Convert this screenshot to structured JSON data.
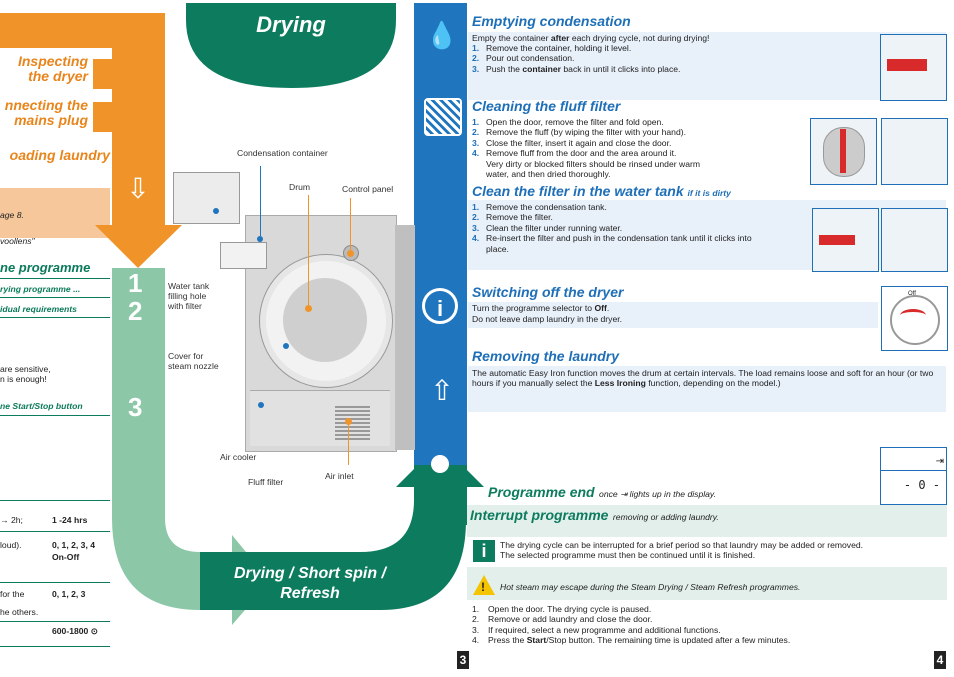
{
  "page_title": "Drying",
  "left_column": {
    "inspecting": "Inspecting\nthe dryer",
    "connecting": "nnecting the\nmains plug",
    "loading": "oading laundry",
    "page_ref": "age 8.",
    "woollens": "voollens\"",
    "programme_heading": "ne programme",
    "drying_programme": "rying programme ...",
    "individual_req": "idual requirements",
    "sensitive": "are sensitive,",
    "enough": "n is enough!",
    "start_stop": "ne Start/Stop button",
    "table": [
      {
        "left": "→ 2h;",
        "right": "1 -24 hrs"
      },
      {
        "left": "loud).",
        "right": "0, 1, 2, 3, 4"
      },
      {
        "left": "",
        "right": "On-Off"
      },
      {
        "left": "for the",
        "right": "0, 1, 2, 3"
      },
      {
        "left": "he others.",
        "right": ""
      },
      {
        "left": "",
        "right": "600-1800 ⊙"
      }
    ]
  },
  "flow": {
    "step1": "1",
    "step2": "2",
    "step3": "3",
    "drying_short_spin": "Drying / Short spin /\nRefresh"
  },
  "dryer_labels": {
    "condensation_container": "Condensation container",
    "drum": "Drum",
    "control_panel": "Control panel",
    "water_tank": "Water tank\nfilling hole\nwith filter",
    "cover_steam": "Cover for\nsteam nozzle",
    "air_cooler": "Air cooler",
    "fluff_filter": "Fluff filter",
    "air_inlet": "Air inlet"
  },
  "emptying": {
    "title": "Emptying condensation",
    "intro_a": "Empty the container ",
    "intro_b": "after",
    "intro_c": " each drying cycle, not during drying!",
    "steps": [
      {
        "n": "1.",
        "text": "Remove the container, holding it level."
      },
      {
        "n": "2.",
        "text": "Pour out condensation."
      },
      {
        "n": "3.",
        "text_a": "Push the ",
        "text_b": "container",
        "text_c": " back in until it clicks into place."
      }
    ]
  },
  "cleaning_fluff": {
    "title": "Cleaning the fluff filter",
    "steps": [
      {
        "n": "1.",
        "text": "Open the door, remove the filter and fold open."
      },
      {
        "n": "2.",
        "text": "Remove the fluff (by wiping the filter with your hand)."
      },
      {
        "n": "3.",
        "text": "Close the filter, insert it again and close the door."
      },
      {
        "n": "4.",
        "text": "Remove fluff from the door and the area around it.\nVery dirty or blocked filters should be rinsed under warm\nwater, and then dried thoroughly."
      }
    ]
  },
  "clean_water_tank": {
    "title": "Clean the filter in the water tank",
    "suffix": "if it is dirty",
    "steps": [
      {
        "n": "1.",
        "text": "Remove the condensation tank."
      },
      {
        "n": "2.",
        "text": "Remove the filter."
      },
      {
        "n": "3.",
        "text": "Clean the filter under running water."
      },
      {
        "n": "4.",
        "text": "Re-insert the filter and push in the condensation tank until it clicks into\nplace."
      }
    ]
  },
  "switching_off": {
    "title": "Switching off the dryer",
    "line1_a": "Turn the programme selector to ",
    "line1_b": "Off",
    "line1_c": ".",
    "line2": "Do not leave damp laundry in the dryer.",
    "dial_label": "Off"
  },
  "removing": {
    "title": "Removing the laundry",
    "text_a": "The automatic Easy Iron function moves the drum at certain intervals. The load remains loose and soft for an hour (or two hours if you manually select the ",
    "text_b": "Less Ironing",
    "text_c": " function, depending on the model.)"
  },
  "programme_end": {
    "title": "Programme end",
    "suffix": "once ⇥ lights up in the display.",
    "display_top": "⇥",
    "display_main": "- 0 -"
  },
  "interrupt": {
    "title": "Interrupt programme",
    "suffix": "removing or adding laundry.",
    "info": "The drying cycle can be interrupted for a brief period so that laundry may be added or removed.\nThe selected programme must then be continued until it is finished.",
    "warning": "Hot steam may escape during the Steam Drying / Steam Refresh programmes.",
    "steps": [
      {
        "n": "1.",
        "text": "Open the door. The drying cycle is paused."
      },
      {
        "n": "2.",
        "text": "Remove or add laundry and close the door."
      },
      {
        "n": "3.",
        "text": "If required, select a new programme and additional functions."
      },
      {
        "n": "4.",
        "text_a": "Press the ",
        "text_b": "Start",
        "text_c": "/Stop button. The remaining time is updated after a few minutes."
      }
    ]
  },
  "page_numbers": {
    "left": "3",
    "right": "4"
  },
  "colors": {
    "orange": "#f0942a",
    "teal": "#0d7c5e",
    "green_light": "#8cc7a8",
    "blue": "#1f75be"
  }
}
